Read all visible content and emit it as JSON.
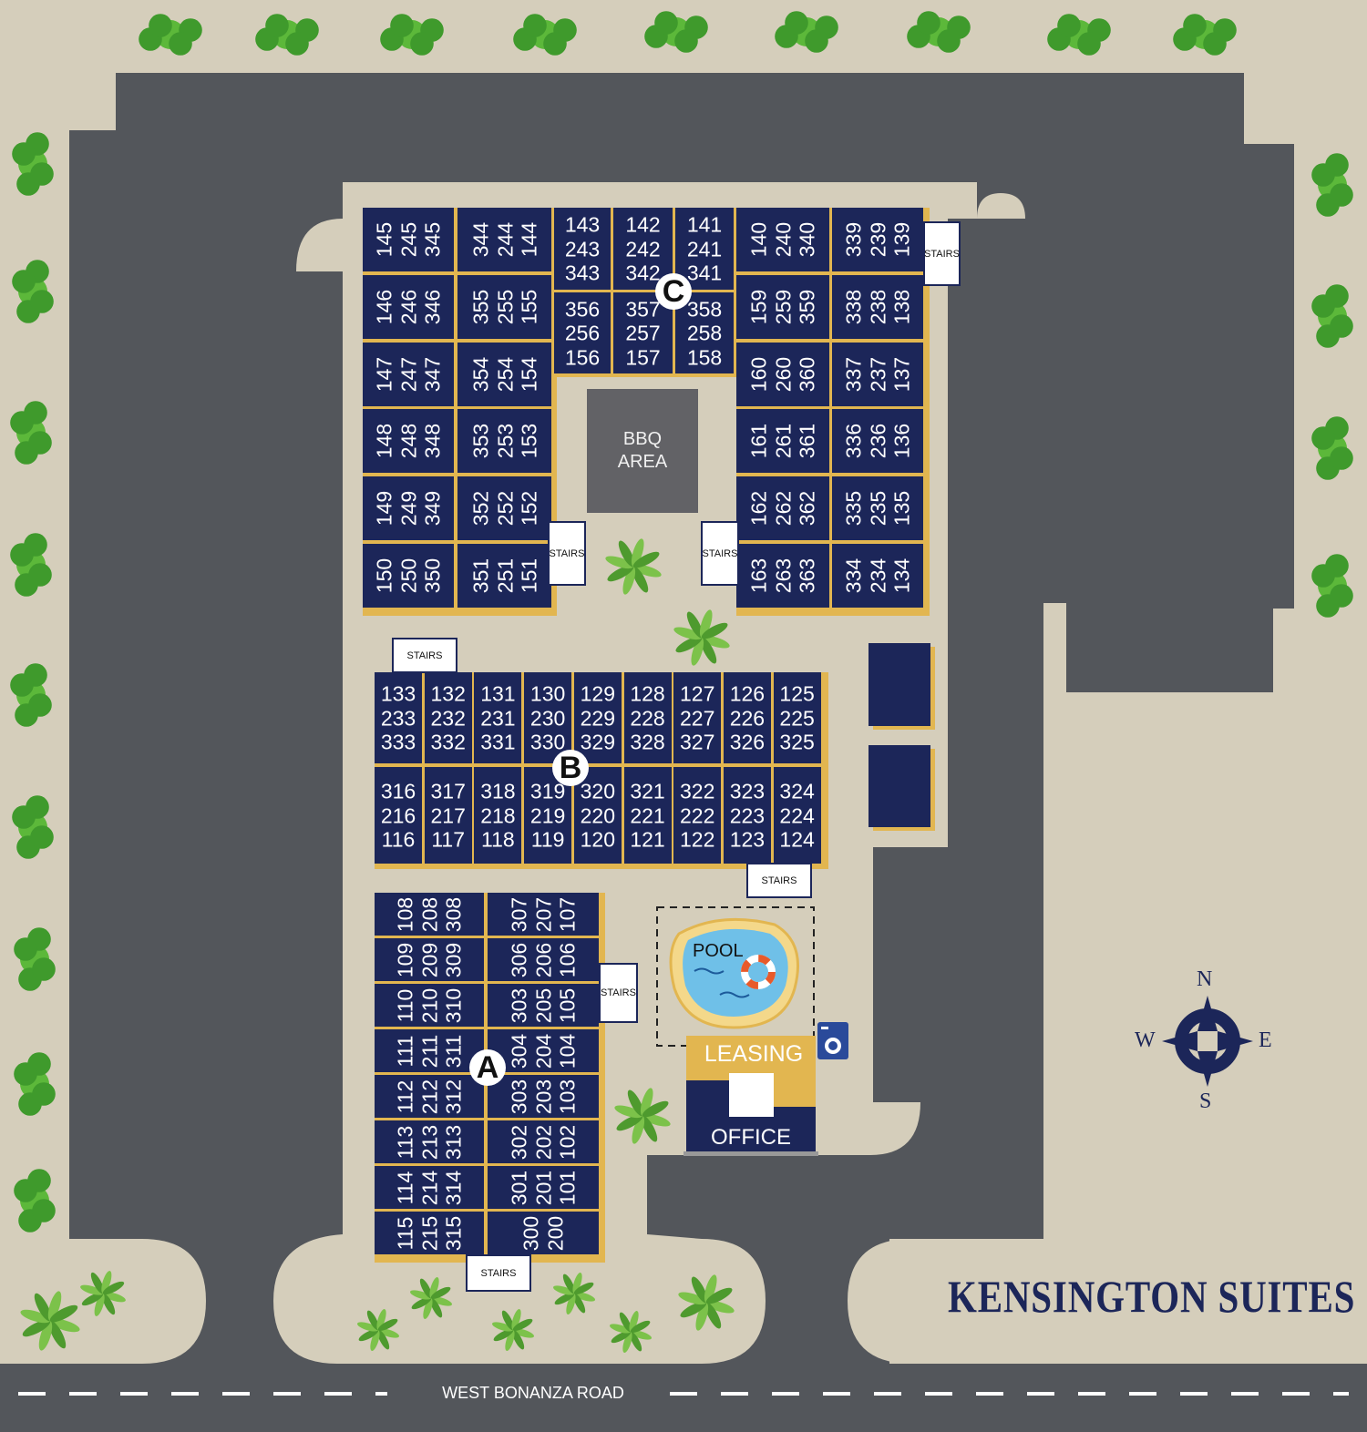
{
  "title": "KENSINGTON SUITES",
  "road": "WEST BONANZA ROAD",
  "amenities": {
    "bbq": [
      "BBQ",
      "AREA"
    ],
    "pool": "POOL",
    "leasing": "LEASING",
    "office": "OFFICE",
    "stairs": "STAIRS"
  },
  "compass": {
    "n": "N",
    "s": "S",
    "e": "E",
    "w": "W"
  },
  "colors": {
    "unit": "#1c2659",
    "trim": "#e2b650",
    "asphalt": "#53565b",
    "ground": "#d5cebb"
  },
  "buildings": {
    "C": {
      "label": "C",
      "left_col1": [
        [
          "145",
          "245",
          "345"
        ],
        [
          "146",
          "246",
          "346"
        ],
        [
          "147",
          "247",
          "347"
        ],
        [
          "148",
          "248",
          "348"
        ],
        [
          "149",
          "249",
          "349"
        ],
        [
          "150",
          "250",
          "350"
        ]
      ],
      "left_col2": [
        [
          "344",
          "244",
          "144"
        ],
        [
          "355",
          "255",
          "155"
        ],
        [
          "354",
          "254",
          "154"
        ],
        [
          "353",
          "253",
          "153"
        ],
        [
          "352",
          "252",
          "152"
        ],
        [
          "351",
          "251",
          "151"
        ]
      ],
      "mid_row1": [
        [
          "143",
          "243",
          "343"
        ],
        [
          "142",
          "242",
          "342"
        ],
        [
          "141",
          "241",
          "341"
        ]
      ],
      "mid_row2": [
        [
          "356",
          "256",
          "156"
        ],
        [
          "357",
          "257",
          "157"
        ],
        [
          "358",
          "258",
          "158"
        ]
      ],
      "right_col1": [
        [
          "140",
          "240",
          "340"
        ],
        [
          "159",
          "259",
          "359"
        ],
        [
          "160",
          "260",
          "360"
        ],
        [
          "161",
          "261",
          "361"
        ],
        [
          "162",
          "262",
          "362"
        ],
        [
          "163",
          "263",
          "363"
        ]
      ],
      "right_col2": [
        [
          "339",
          "239",
          "139"
        ],
        [
          "338",
          "238",
          "138"
        ],
        [
          "337",
          "237",
          "137"
        ],
        [
          "336",
          "236",
          "136"
        ],
        [
          "335",
          "235",
          "135"
        ],
        [
          "334",
          "234",
          "134"
        ]
      ]
    },
    "B": {
      "label": "B",
      "top_row": [
        [
          "133",
          "233",
          "333"
        ],
        [
          "132",
          "232",
          "332"
        ],
        [
          "131",
          "231",
          "331"
        ],
        [
          "130",
          "230",
          "330"
        ],
        [
          "129",
          "229",
          "329"
        ],
        [
          "128",
          "228",
          "328"
        ],
        [
          "127",
          "227",
          "327"
        ],
        [
          "126",
          "226",
          "326"
        ],
        [
          "125",
          "225",
          "325"
        ]
      ],
      "bottom_row": [
        [
          "316",
          "216",
          "116"
        ],
        [
          "317",
          "217",
          "117"
        ],
        [
          "318",
          "218",
          "118"
        ],
        [
          "319",
          "219",
          "119"
        ],
        [
          "320",
          "220",
          "120"
        ],
        [
          "321",
          "221",
          "121"
        ],
        [
          "322",
          "222",
          "122"
        ],
        [
          "323",
          "223",
          "123"
        ],
        [
          "324",
          "224",
          "124"
        ]
      ]
    },
    "A": {
      "label": "A",
      "left_col": [
        [
          "108",
          "208",
          "308"
        ],
        [
          "109",
          "209",
          "309"
        ],
        [
          "110",
          "210",
          "310"
        ],
        [
          "111",
          "211",
          "311"
        ],
        [
          "112",
          "212",
          "312"
        ],
        [
          "113",
          "213",
          "313"
        ],
        [
          "114",
          "214",
          "314"
        ],
        [
          "115",
          "215",
          "315"
        ]
      ],
      "right_col": [
        [
          "307",
          "207",
          "107"
        ],
        [
          "306",
          "206",
          "106"
        ],
        [
          "303",
          "205",
          "105"
        ],
        [
          "304",
          "204",
          "104"
        ],
        [
          "303",
          "203",
          "103"
        ],
        [
          "302",
          "202",
          "102"
        ],
        [
          "301",
          "201",
          "101"
        ],
        [
          "300",
          "200"
        ]
      ]
    }
  }
}
